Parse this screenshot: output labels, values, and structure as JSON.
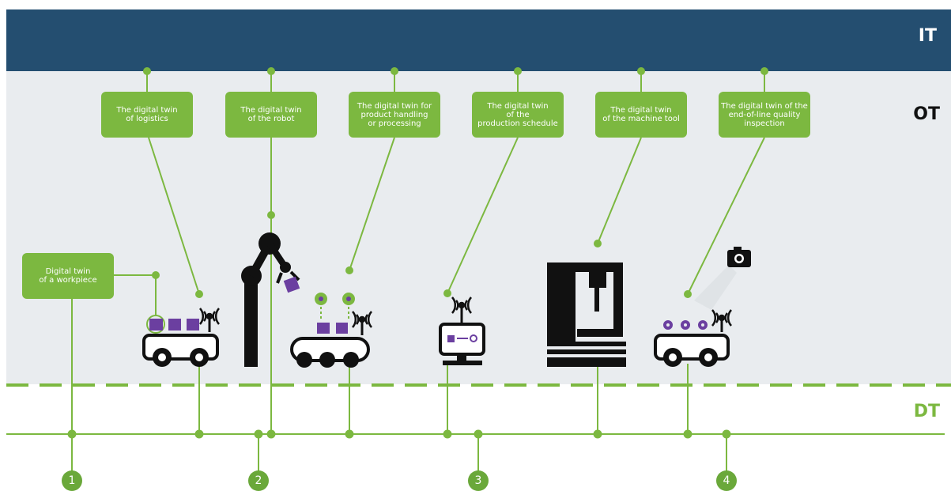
{
  "layers": {
    "it": "IT",
    "ot": "OT",
    "dt": "DT"
  },
  "twins": [
    {
      "id": "workpiece",
      "label": "Digital twin\nof a workpiece"
    },
    {
      "id": "logistics",
      "label": "The digital twin\nof logistics"
    },
    {
      "id": "robot",
      "label": "The digital twin\nof the robot"
    },
    {
      "id": "handling",
      "label": "The digital twin for\nproduct handling\nor processing"
    },
    {
      "id": "schedule",
      "label": "The digital twin\nof the\nproduction schedule"
    },
    {
      "id": "machine-tool",
      "label": "The digital twin\nof the machine tool"
    },
    {
      "id": "inspection",
      "label": "The digital twin of the\nend-of-line quality\ninspection"
    }
  ],
  "steps": [
    "1",
    "2",
    "3",
    "4"
  ],
  "colors": {
    "it_band": "#244e70",
    "ot_band": "#e9ecef",
    "accent_green": "#7cb840",
    "icon_black": "#111111",
    "icon_purple": "#6b3fa0"
  },
  "icons": [
    "agv-icon",
    "robot-arm-icon",
    "conveyor-icon",
    "control-terminal-icon",
    "machine-tool-icon",
    "camera-icon",
    "antenna-icon"
  ]
}
